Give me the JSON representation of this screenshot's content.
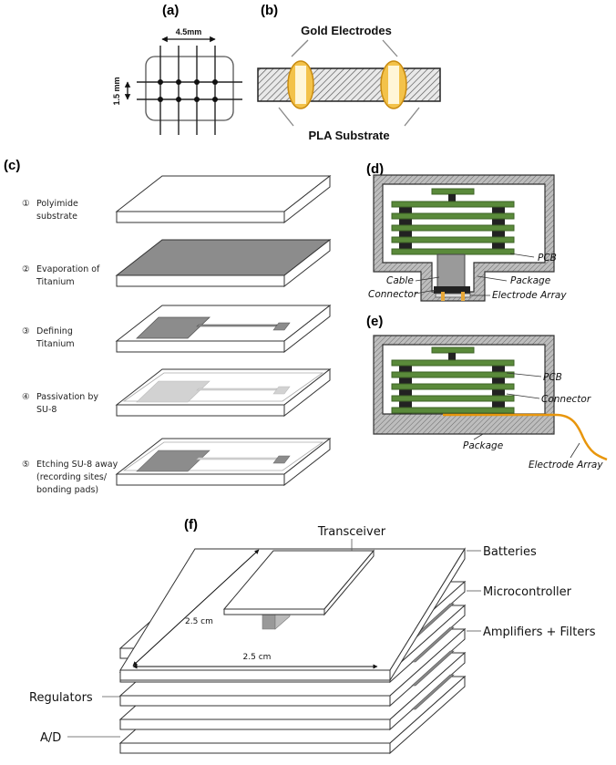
{
  "panels": {
    "a": {
      "label": "(a)",
      "width_dim": "4.5mm",
      "height_dim": "1.5 mm"
    },
    "b": {
      "label": "(b)",
      "electrodes": "Gold Electrodes",
      "substrate": "PLA Substrate"
    },
    "c": {
      "label": "(c)",
      "steps": [
        {
          "number": "①",
          "lines": [
            "Polyimide",
            "substrate"
          ]
        },
        {
          "number": "②",
          "lines": [
            "Evaporation of",
            "Titanium"
          ]
        },
        {
          "number": "③",
          "lines": [
            "Defining",
            "Titanium"
          ]
        },
        {
          "number": "④",
          "lines": [
            "Passivation by",
            "SU-8"
          ]
        },
        {
          "number": "⑤",
          "lines": [
            "Etching SU-8 away",
            "(recording sites/",
            "bonding pads)"
          ]
        }
      ]
    },
    "d": {
      "label": "(d)",
      "pcb": "PCB",
      "cable": "Cable",
      "package": "Package",
      "connector": "Connector",
      "electrode_array": "Electrode Array"
    },
    "e": {
      "label": "(e)",
      "pcb": "PCB",
      "connector": "Connector",
      "package": "Package",
      "electrode_array": "Electrode Array"
    },
    "f": {
      "label": "(f)",
      "transceiver": "Transceiver",
      "batteries": "Batteries",
      "microcontroller": "Microcontroller",
      "amplifiers": "Amplifiers + Filters",
      "regulators": "Regulators",
      "adc": "A/D",
      "dim_depth": "2.5 cm",
      "dim_width": "2.5 cm"
    }
  },
  "colors": {
    "pcb_green": "#5a8a3a",
    "pcb_edge": "#3d6326",
    "gold": "#e8a838",
    "titanium": "#8c8c8c",
    "orange_cable": "#e8960c"
  }
}
